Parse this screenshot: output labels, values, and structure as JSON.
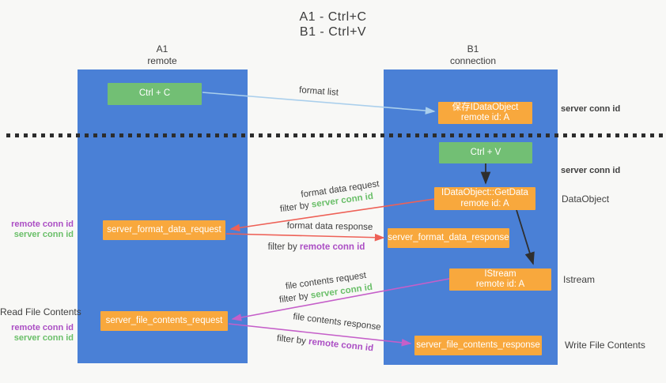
{
  "title": {
    "line1": "A1 - Ctrl+C",
    "line2": "B1 - Ctrl+V"
  },
  "columns": {
    "a1": {
      "name": "A1",
      "role": "remote"
    },
    "b1": {
      "name": "B1",
      "role": "connection"
    }
  },
  "nodes": {
    "ctrl_c": "Ctrl + C",
    "save_idataobject": {
      "line1": "保存IDataObject",
      "line2": "remote id: A"
    },
    "ctrl_v": "Ctrl + V",
    "getdata": {
      "line1": "IDataObject::GetData",
      "line2": "remote id: A"
    },
    "format_request": "server_format_data_request",
    "format_response": "server_format_data_response",
    "istream": {
      "line1": "IStream",
      "line2": "remote id: A"
    },
    "file_request": "server_file_contents_request",
    "file_response": "server_file_contents_response"
  },
  "arrow_labels": {
    "format_list": "format list",
    "format_data_request": "format data request",
    "format_data_response": "format data response",
    "file_contents_request": "file contents request",
    "file_contents_response": "file contents response",
    "filter_by": "filter by",
    "server_conn_id": "server conn id",
    "remote_conn_id": "remote conn id"
  },
  "side_labels": {
    "right_server_conn_id_top": "server conn id",
    "right_server_conn_id_mid": "server conn id",
    "dataobject": "DataObject",
    "istream": "Istream",
    "write_file_contents": "Write File Contents",
    "left_remote_conn_id_top": "remote conn id",
    "left_server_conn_id_top": "server conn id",
    "read_file_contents": "Read File Contents",
    "left_remote_conn_id_bottom": "remote conn id",
    "left_server_conn_id_bottom": "server conn id"
  },
  "colors": {
    "lane_blue": "#4a80d6",
    "box_orange": "#f8a83d",
    "box_green": "#72bf74",
    "arrow_red": "#ee6157",
    "arrow_magenta": "#c55fc9",
    "arrow_light_blue": "#aacfec",
    "arrow_black": "#2f2f2f",
    "text_green": "#6abf69",
    "text_purple": "#ab4ec4",
    "text_dark": "#3f3f3f"
  }
}
